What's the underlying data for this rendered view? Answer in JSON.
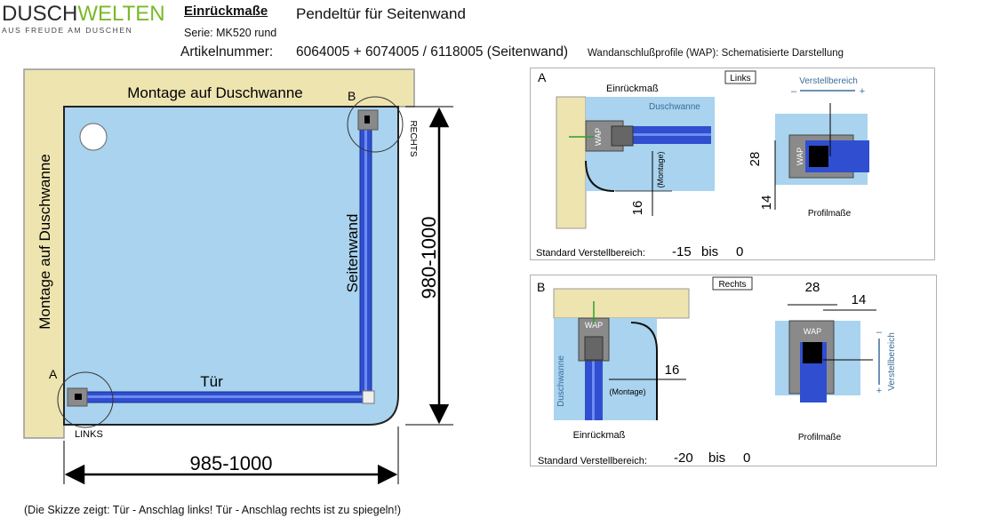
{
  "header": {
    "brand_part1": "DUSCH",
    "brand_part2": "WELTEN",
    "brand_tagline": "AUS FREUDE AM DUSCHEN",
    "heading": "Einrückmaße",
    "subtitle": "Pendeltür für Seitenwand",
    "series": "Serie:  MK520 rund",
    "article_label": "Artikelnummer:",
    "article_value": "6064005 + 6074005 / 6118005 (Seitenwand)",
    "wap_note": "Wandanschlußprofile (WAP): Schematisierte Darstellung"
  },
  "main_plan": {
    "top_label": "Montage auf Duschwanne",
    "left_label": "Montage auf Duschwanne",
    "side_wall_label": "Seitenwand",
    "door_label": "Tür",
    "corner_b": "B",
    "corner_a": "A",
    "right_label": "RECHTS",
    "left_corner_label": "LINKS",
    "height_dim": "980-1000",
    "width_dim": "985-1000"
  },
  "detail_a": {
    "letter": "A",
    "title": "Einrückmaß",
    "side": "Links",
    "tray_label": "Duschwanne",
    "wap": "WAP",
    "montage": "(Montage)",
    "dim_16": "16",
    "range_label": "Verstellbereich",
    "range_minus": "–",
    "range_plus": "+",
    "dim_28": "28",
    "dim_14": "14",
    "profile_label": "Profilmaße",
    "standard_label": "Standard Verstellbereich:",
    "range_from": "-15",
    "range_bis": "bis",
    "range_to": "0"
  },
  "detail_b": {
    "letter": "B",
    "title": "Einrückmaß",
    "side": "Rechts",
    "tray_label": "Duschwanne",
    "wap": "WAP",
    "montage": "(Montage)",
    "dim_16": "16",
    "dim_28": "28",
    "dim_14": "14",
    "range_label": "Verstellbereich",
    "range_minus": "–",
    "range_plus": "+",
    "profile_label": "Profilmaße",
    "standard_label": "Standard Verstellbereich:",
    "range_from": "-20",
    "range_bis": "bis",
    "range_to": "0"
  },
  "footnote": "(Die Skizze zeigt: Tür - Anschlag links! Tür - Anschlag rechts ist zu spiegeln!)",
  "colors": {
    "wall": "#eee4b0",
    "tray": "#a9d3ee",
    "glass": "#2f4fd0",
    "profile": "#8a8a8a",
    "accent": "#7ab928"
  }
}
